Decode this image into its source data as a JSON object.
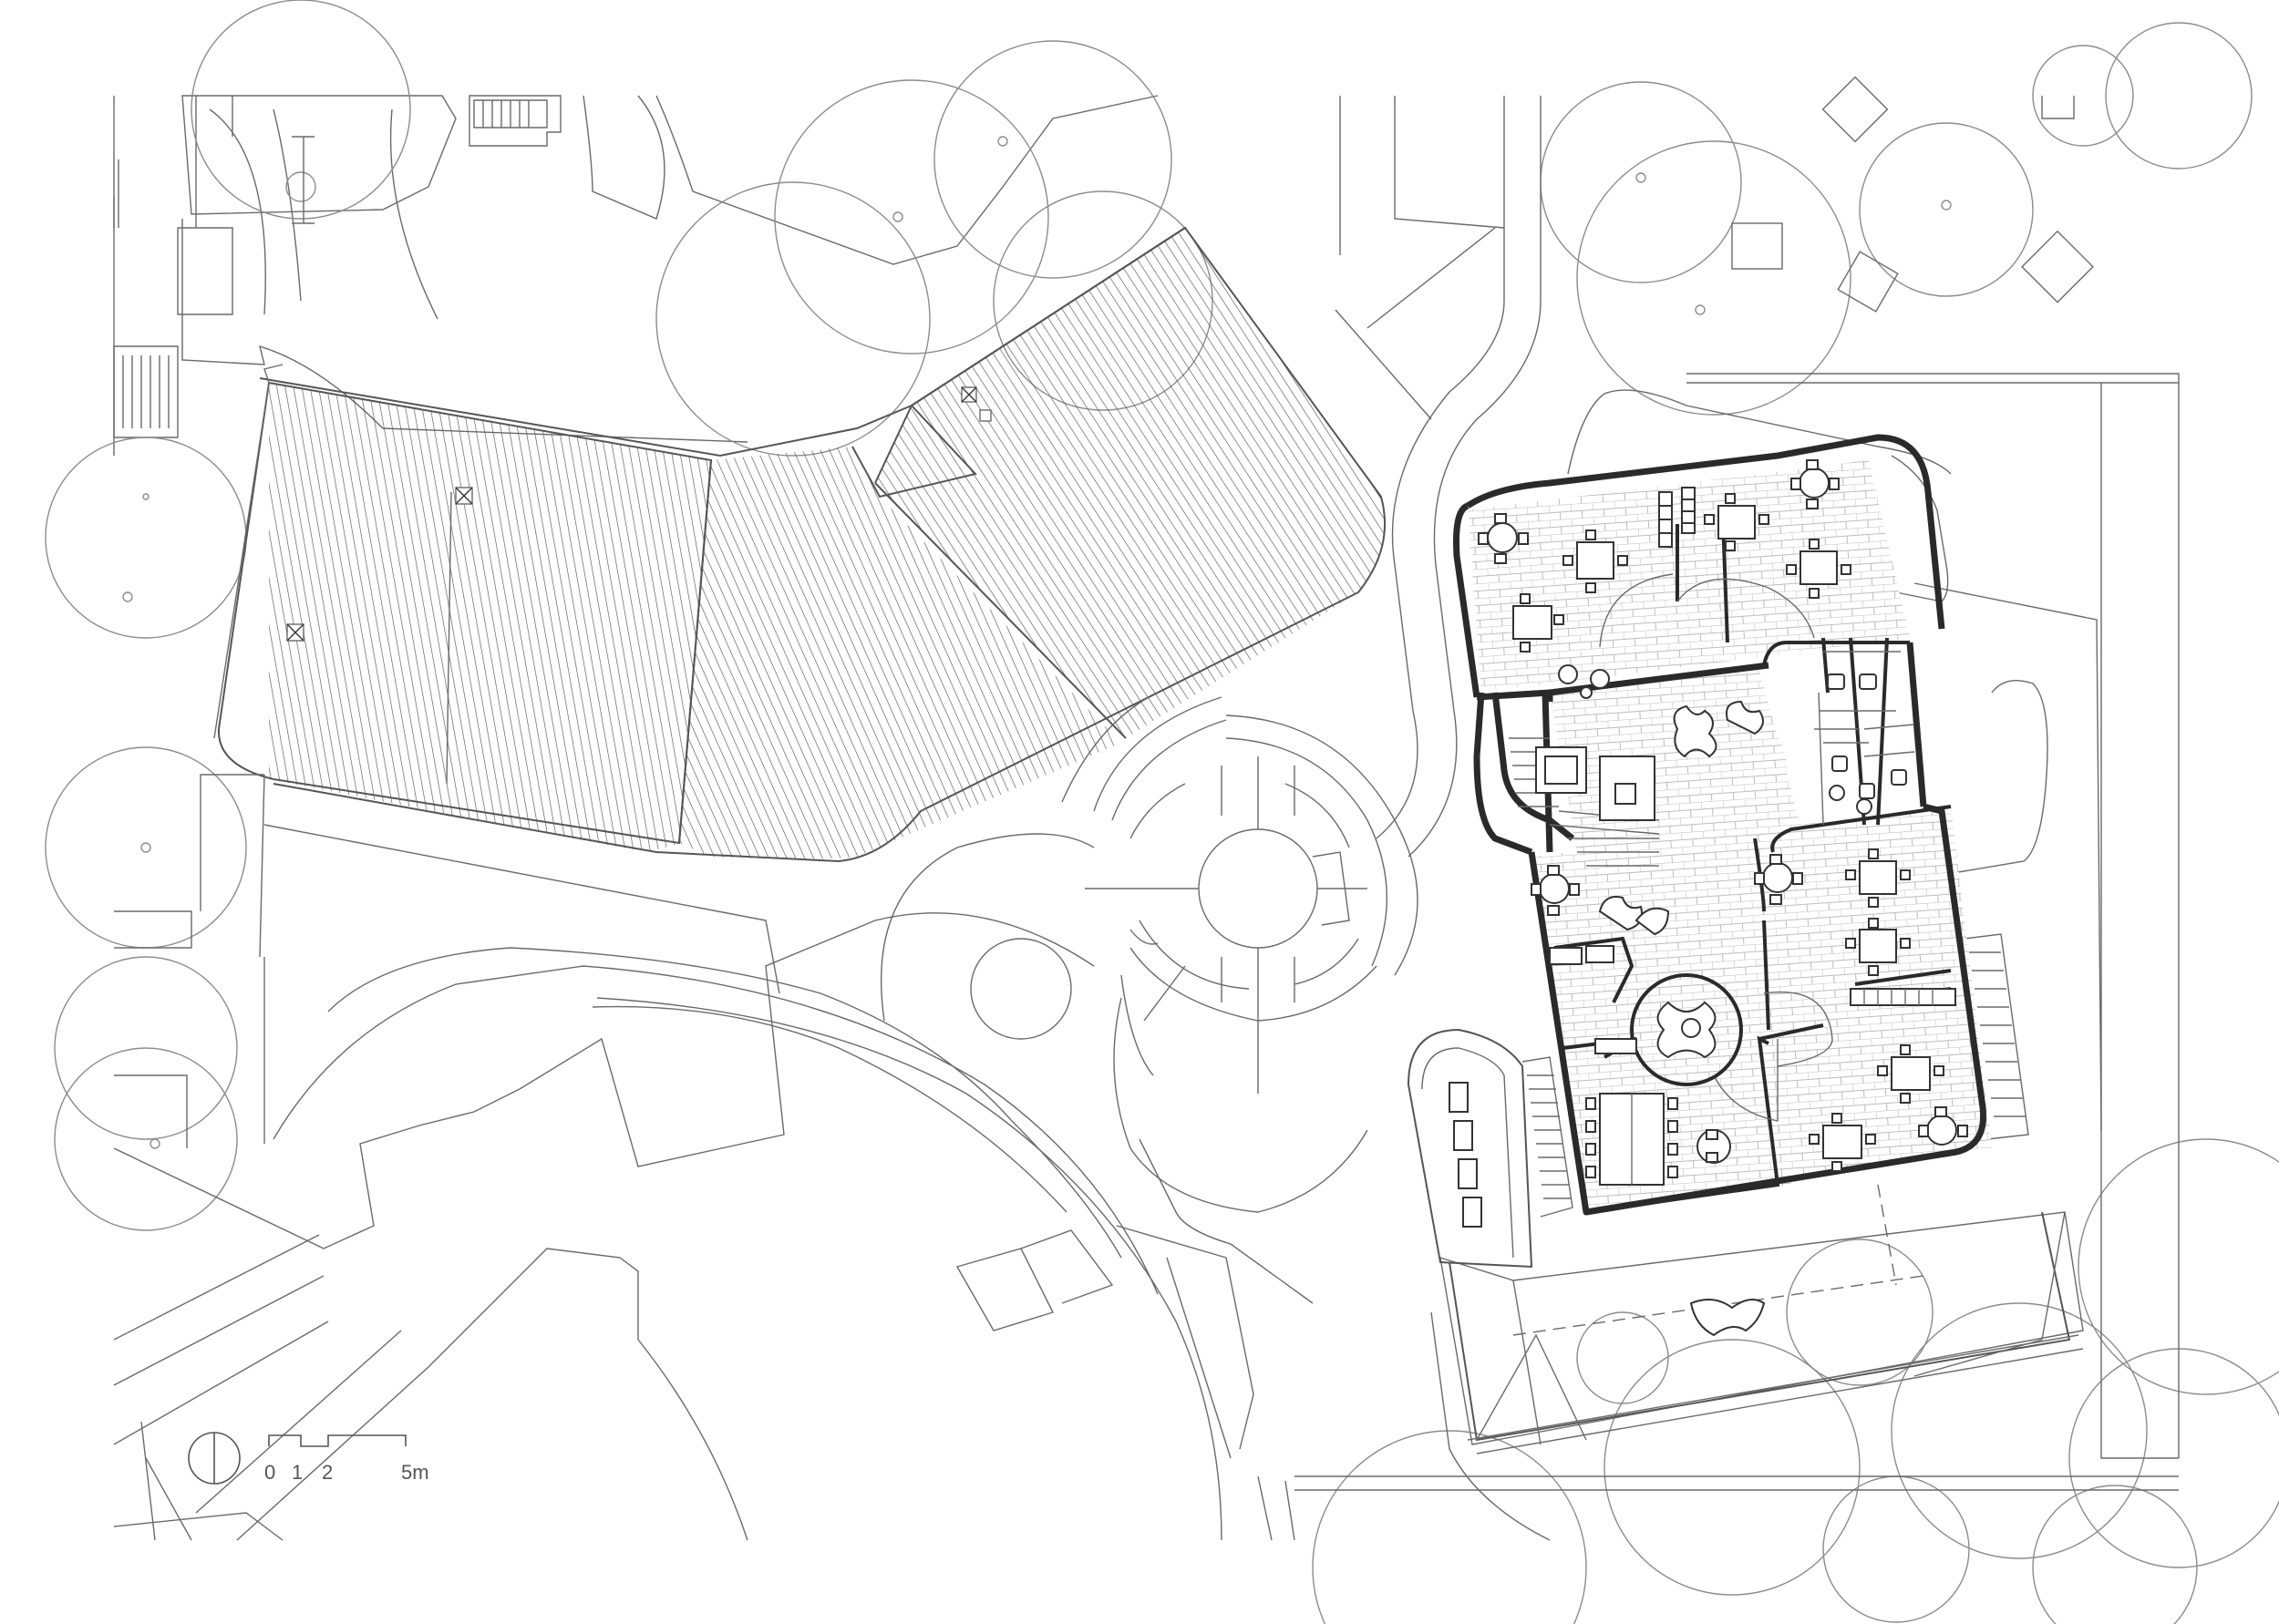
{
  "drawing": {
    "type": "site plan",
    "scale_bar": {
      "labels": [
        "0",
        "1",
        "2",
        "5m"
      ]
    },
    "north_arrow": "north-arrow-icon"
  },
  "colors": {
    "background": "#ffffff",
    "line": "#6a6a6a",
    "wall": "#2a2a2a",
    "tile": "#b8b8b8"
  }
}
